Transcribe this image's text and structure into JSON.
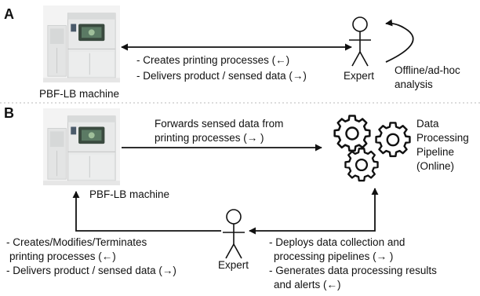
{
  "panel_a": {
    "label": "A",
    "machine_label": "PBF-LB machine",
    "expert_label": "Expert",
    "lines": [
      "- Creates printing processes (←)",
      "- Delivers product / sensed data (→)"
    ],
    "analysis": [
      "Offline/ad-hoc",
      "analysis"
    ]
  },
  "panel_b": {
    "label": "B",
    "machine_label": "PBF-LB machine",
    "expert_label": "Expert",
    "forward": [
      "Forwards sensed data from",
      "printing processes (→ )"
    ],
    "pipeline": [
      "Data",
      "Processing",
      "Pipeline",
      "(Online)"
    ],
    "left_lines": [
      "- Creates/Modifies/Terminates",
      "printing processes (←)",
      "- Delivers product / sensed data (→)"
    ],
    "right_lines": [
      "- Deploys data collection and",
      "processing pipelines (→ )",
      "- Generates data processing results",
      "and alerts (←)"
    ]
  },
  "colors": {
    "line": "#111111",
    "divider": "#b8b8b8",
    "machine_body": "#e9eaea",
    "machine_window": "#3a4a3f"
  }
}
